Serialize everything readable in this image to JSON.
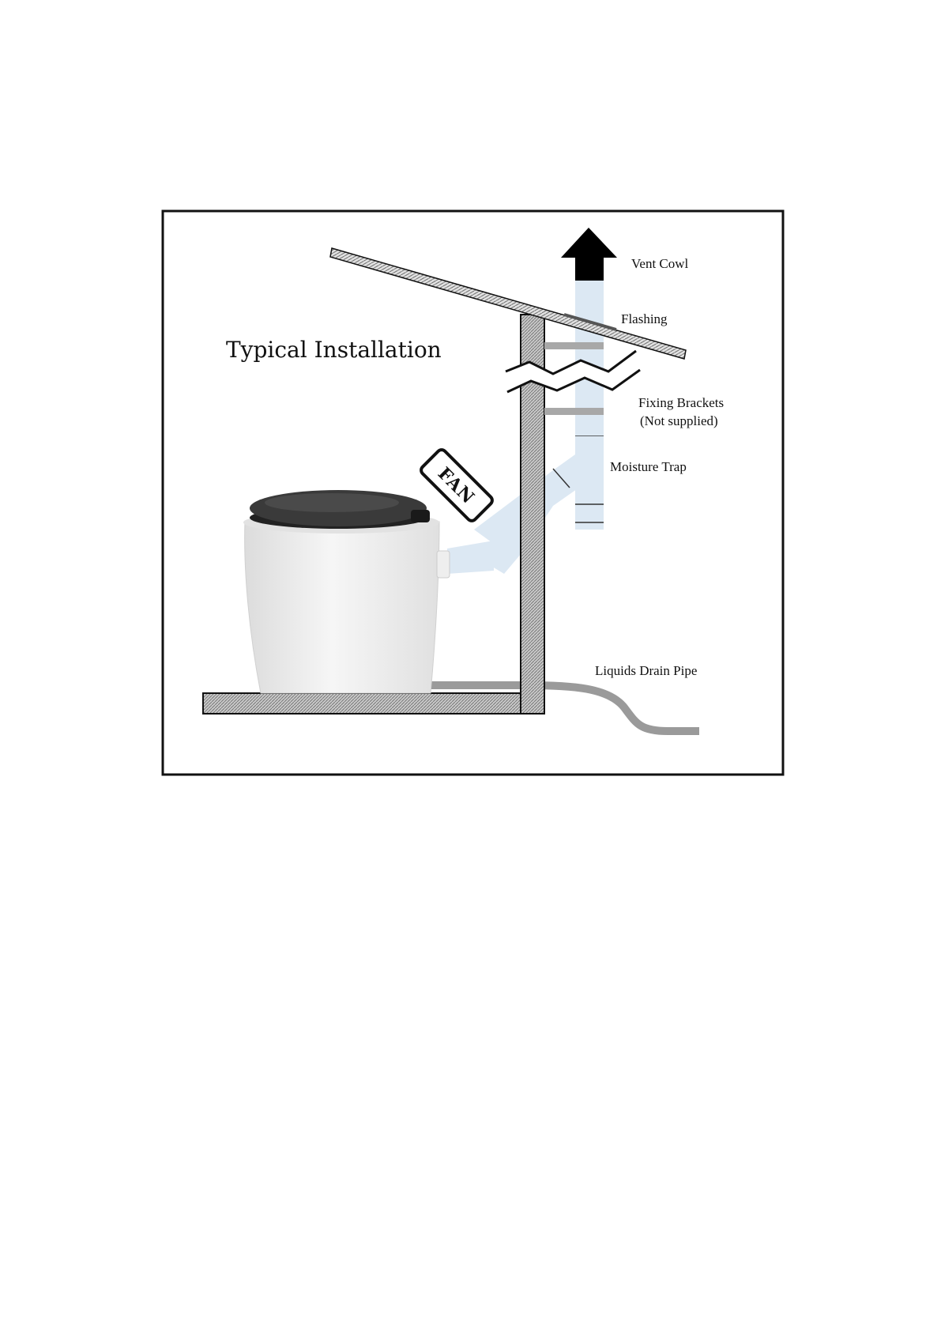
{
  "diagram": {
    "title": "Typical Installation",
    "labels": {
      "vent_cowl": "Vent Cowl",
      "flashing": "Flashing",
      "fixing_brackets_line1": "Fixing Brackets",
      "fixing_brackets_line2": "(Not supplied)",
      "moisture_trap": "Moisture Trap",
      "liquids_drain_pipe": "Liquids Drain Pipe",
      "fan": "FAN"
    },
    "colors": {
      "vent_pipe": "#dce8f3",
      "wall_fill": "#b8b8b8",
      "bracket": "#a8a8a8",
      "drain_pipe": "#9a9a9a",
      "toilet_body": "#ececec",
      "toilet_lid": "#3a3a3a",
      "frame": "#111111"
    }
  }
}
